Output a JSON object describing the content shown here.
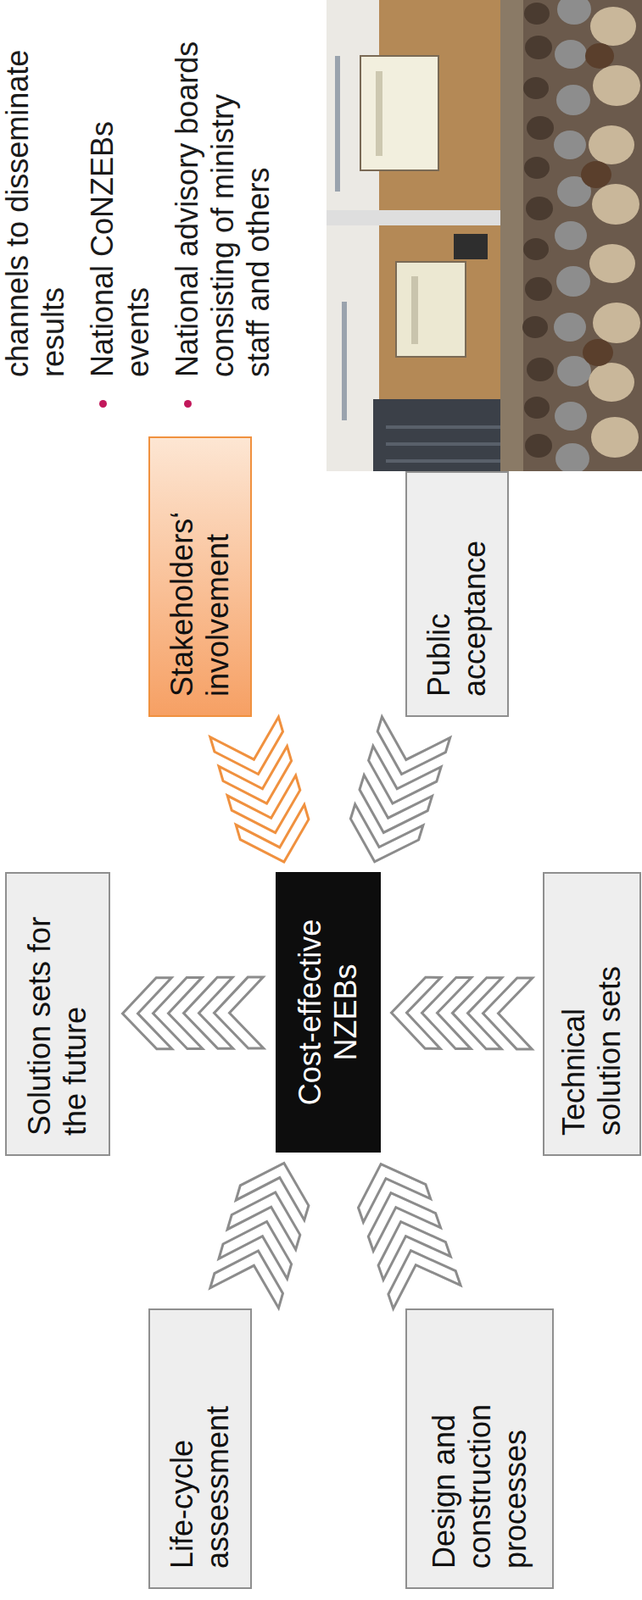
{
  "diagram": {
    "nodes": [
      {
        "text": [
          "Cost-effective NZEBs"
        ]
      },
      {
        "text": [
          "Solution sets for the future"
        ]
      },
      {
        "text": [
          "Technical solution sets"
        ]
      },
      {
        "text": [
          "Life-cycle assessment"
        ]
      },
      {
        "text": [
          "Design and construction processes"
        ]
      },
      {
        "text": [
          "Stakeholders‘ involvement"
        ]
      },
      {
        "text": [
          "Public acceptance"
        ]
      }
    ],
    "edges": [
      {
        "from": 0,
        "to": 1,
        "arrow": "to"
      },
      {
        "from": 2,
        "to": 0,
        "arrow": "to"
      },
      {
        "from": 3,
        "to": 0,
        "arrow": "to"
      },
      {
        "from": 4,
        "to": 0,
        "arrow": "to"
      },
      {
        "from": 5,
        "to": 0,
        "arrow": "to"
      },
      {
        "from": 6,
        "to": 0,
        "arrow": "to"
      }
    ],
    "labels": [
      "channels to disseminate results",
      "National CoNZEBs events",
      "National advisory boards consisting of ministry staff and others"
    ]
  }
}
